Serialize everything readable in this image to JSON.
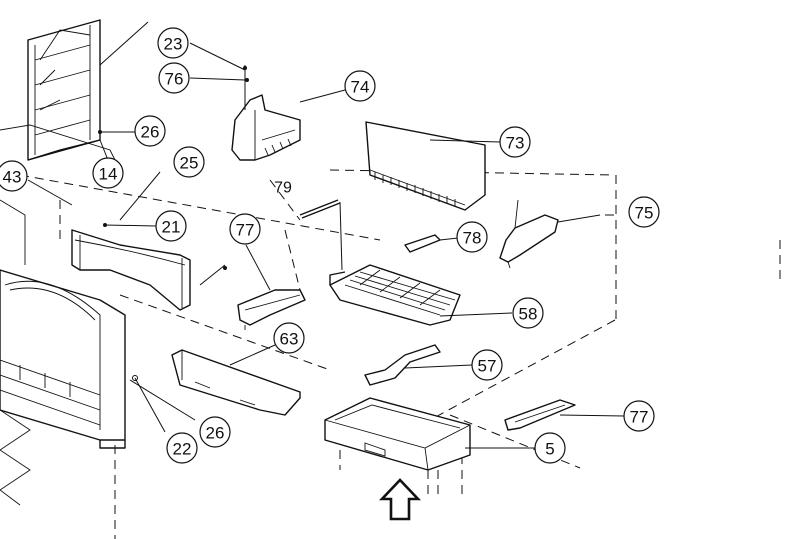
{
  "callouts": [
    {
      "id": "23",
      "label": "23"
    },
    {
      "id": "76",
      "label": "76"
    },
    {
      "id": "74",
      "label": "74"
    },
    {
      "id": "26a",
      "label": "26"
    },
    {
      "id": "14",
      "label": "14"
    },
    {
      "id": "25",
      "label": "25"
    },
    {
      "id": "43",
      "label": "43"
    },
    {
      "id": "21",
      "label": "21"
    },
    {
      "id": "77a",
      "label": "77"
    },
    {
      "id": "79",
      "label": "79"
    },
    {
      "id": "73",
      "label": "73"
    },
    {
      "id": "75",
      "label": "75"
    },
    {
      "id": "78",
      "label": "78"
    },
    {
      "id": "58",
      "label": "58"
    },
    {
      "id": "63",
      "label": "63"
    },
    {
      "id": "57",
      "label": "57"
    },
    {
      "id": "77b",
      "label": "77"
    },
    {
      "id": "26b",
      "label": "26"
    },
    {
      "id": "22",
      "label": "22"
    },
    {
      "id": "5",
      "label": "5"
    }
  ],
  "arrow": {
    "icon": "up-arrow-icon",
    "direction": "up"
  }
}
